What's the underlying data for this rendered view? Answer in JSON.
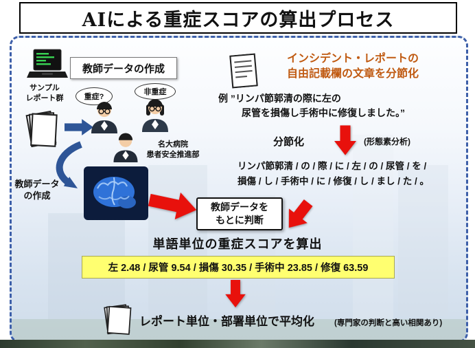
{
  "title": "AIによる重症スコアの算出プロセス",
  "teacher": {
    "box_label": "教師データの作成",
    "sample_reports_label": "サンプル\nレポート群",
    "bubble_severe": "重症?",
    "bubble_nonsevere": "非重症",
    "hospital_label": "名大病院\n患者安全推進部",
    "creation_label": "教師データ\nの作成"
  },
  "segmentation": {
    "heading": "インシデント・レポートの\n自由記載欄の文章を分節化",
    "example_line1": "例 ”リンパ節郭清の際に左の",
    "example_line2": "尿管を損傷し手術中に修復しました。”",
    "step_label": "分節化",
    "method_label": "(形態素分析)",
    "segmented_line1": "リンパ節郭清 / の / 際 / に / 左 / の / 尿管 / を /",
    "segmented_line2": "損傷 / し / 手術中 / に / 修復 / し / まし / た / 。"
  },
  "scoring": {
    "judge_box_label": "教師データを\nもとに判断",
    "heading": "単語単位の重症スコアを算出",
    "scores_text": "左 2.48 / 尿管 9.54 / 損傷 30.35 / 手術中 23.85 / 修復 63.59",
    "averaging_label": "レポート単位・部署単位で平均化",
    "note": "(専門家の判断と高い相関あり)"
  },
  "colors": {
    "accent_blue": "#2e5597",
    "accent_red": "#e8110c",
    "heading_orange": "#c05a11",
    "highlight_yellow": "#ffff70",
    "border_dashed_blue": "#3d5fa9"
  }
}
